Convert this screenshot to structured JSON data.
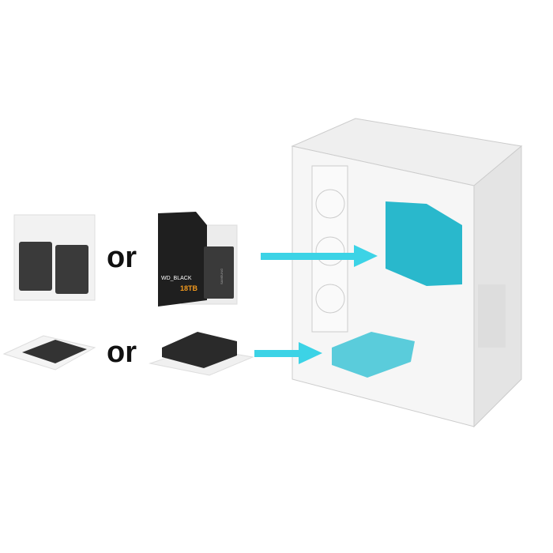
{
  "labels": {
    "or_top": "or",
    "or_bottom": "or"
  },
  "drive_brand_hdd": "WD_BLACK",
  "drive_capacity_hdd": "18TB",
  "drive_brand_ssd": "SAMSUNG",
  "colors": {
    "arrow": "#3cd3e6",
    "highlight": "#29b8cc",
    "case": "#eeeeee",
    "drive": "#2a2a2a"
  }
}
